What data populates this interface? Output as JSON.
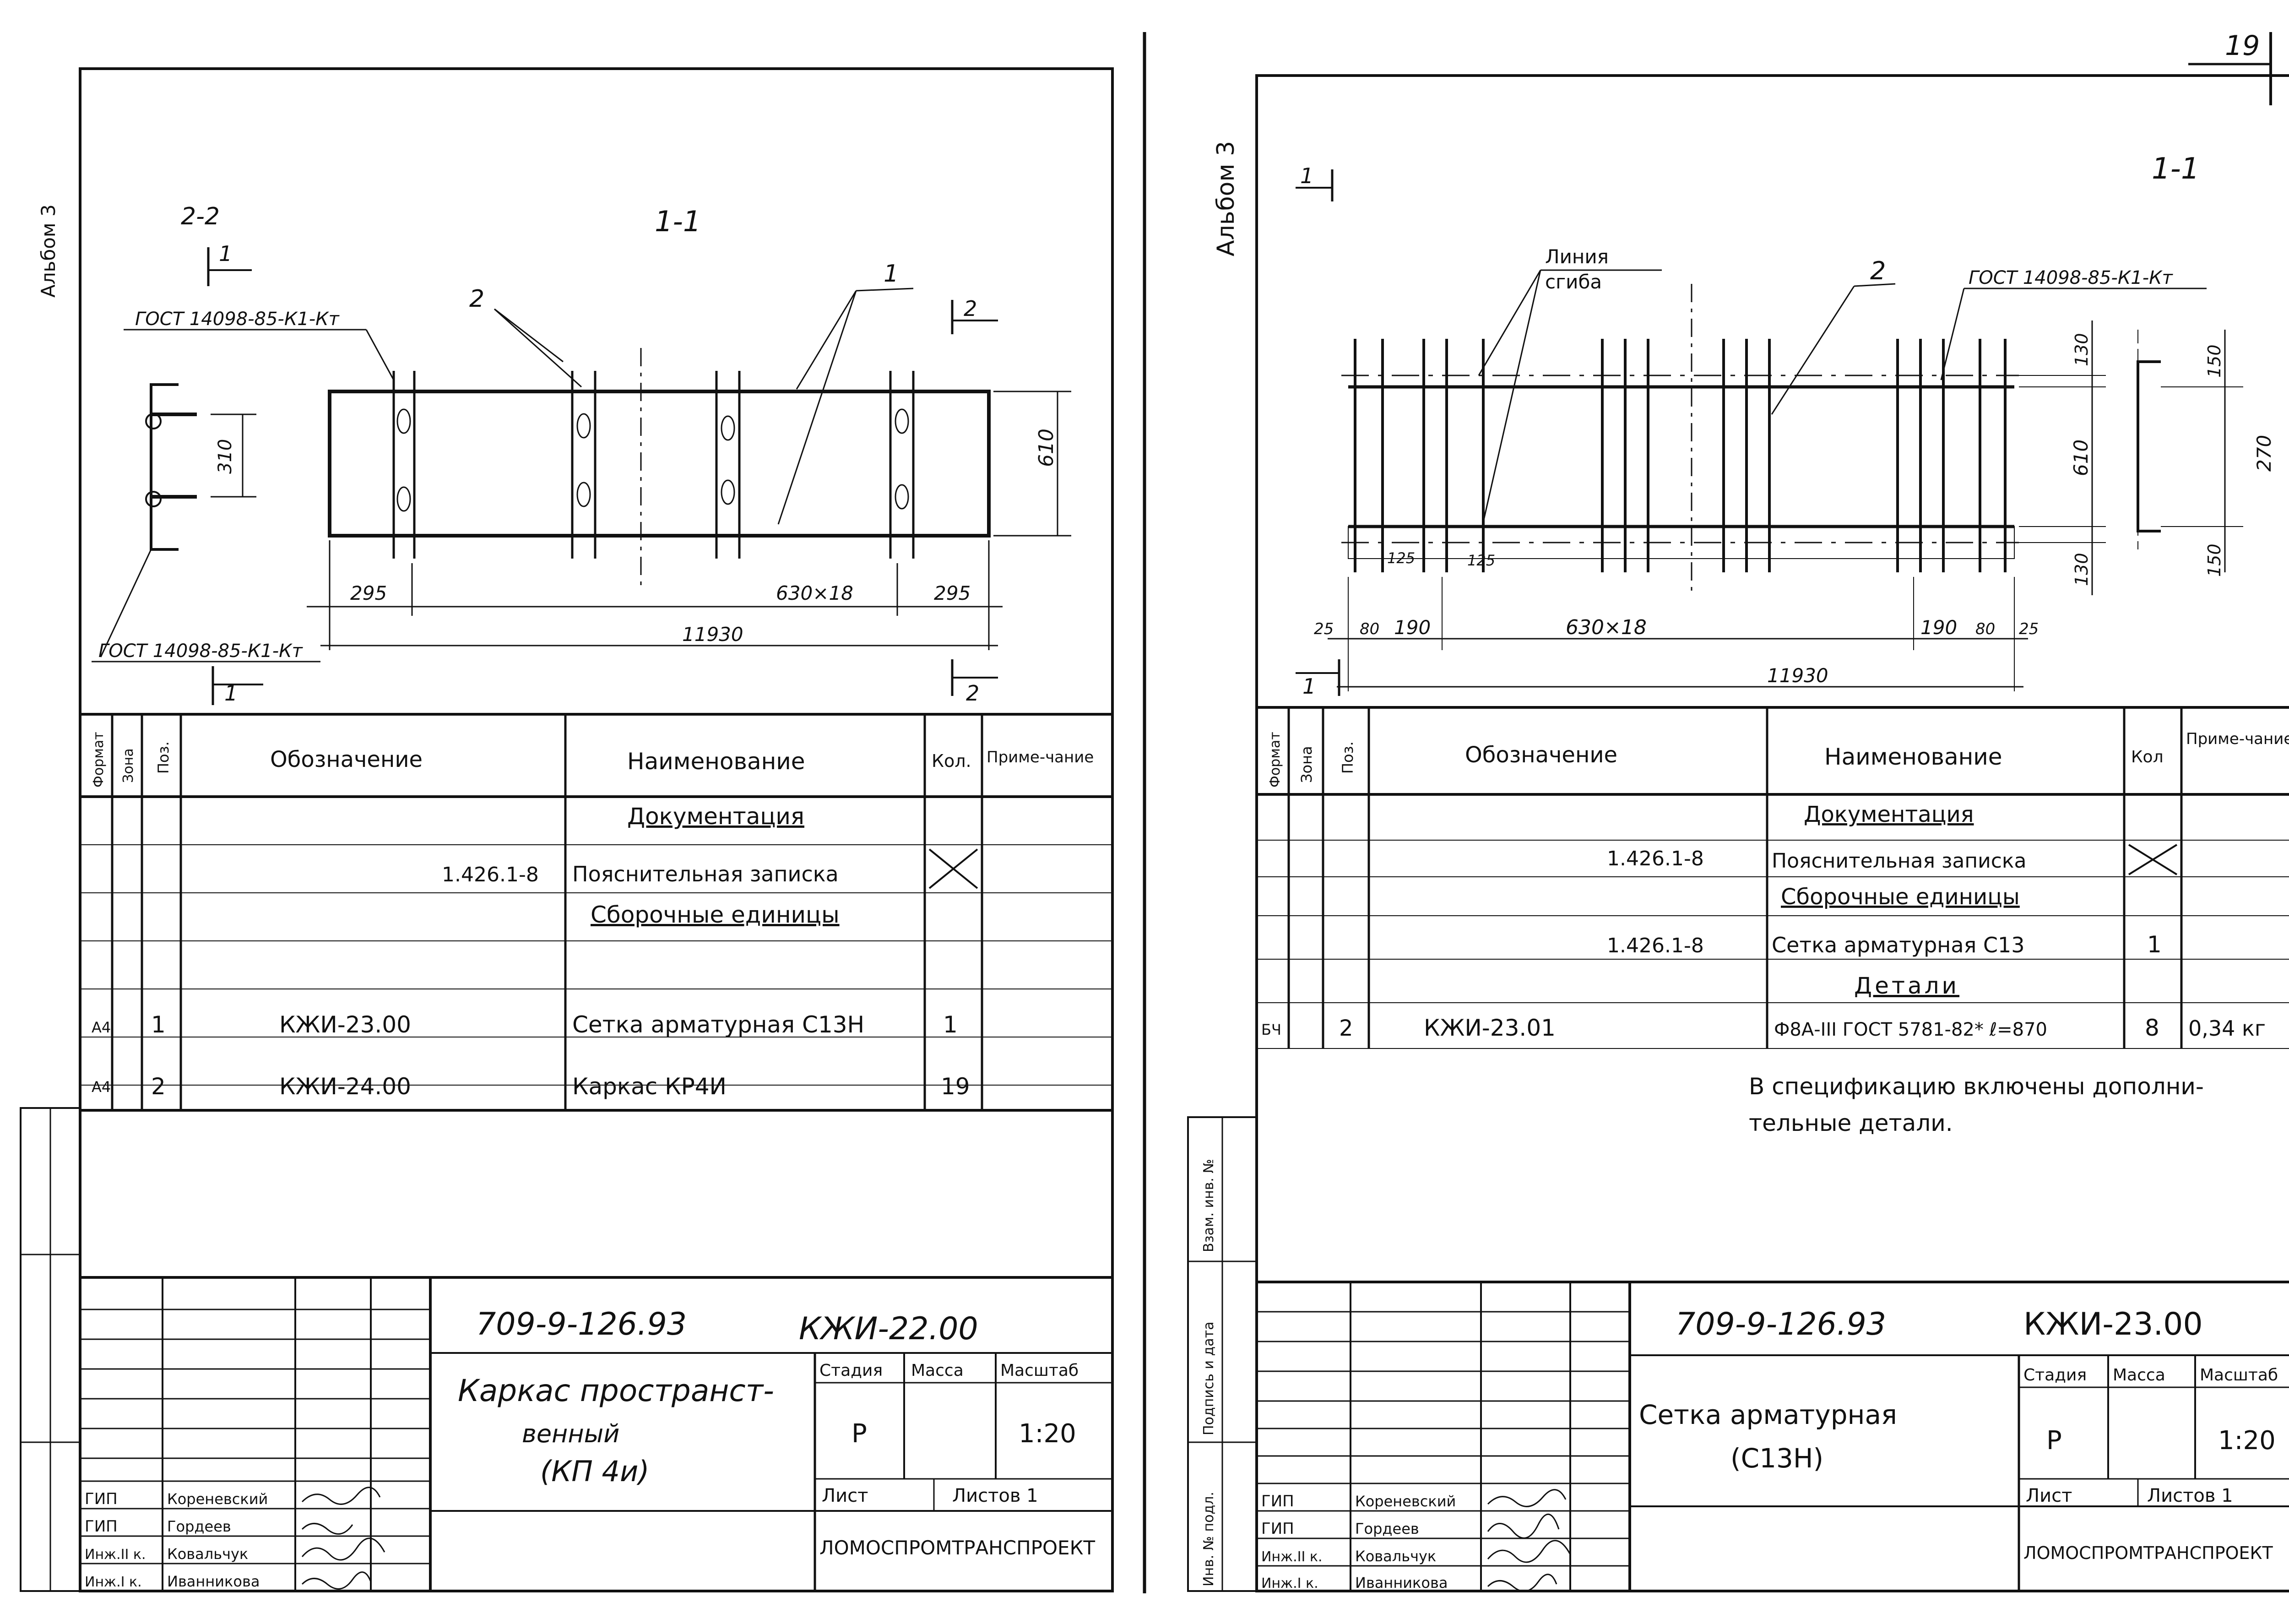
{
  "page_number": "19",
  "album_label": "Альбом 3",
  "left_sheet": {
    "drawing": {
      "section_main": "1-1",
      "section_side": "2-2",
      "cut_1": "1",
      "cut_2": "2",
      "pos_1": "1",
      "pos_2": "2",
      "gost_top": "ГОСТ 14098-85-К1-Кт",
      "gost_bottom": "ГОСТ 14098-85-К1-Кт",
      "dim_side": "310",
      "dim_height": "610",
      "dim_left": "295",
      "dim_middle": "630×18",
      "dim_right": "295",
      "dim_total": "11930"
    },
    "spec": {
      "headers": {
        "format": "Формат",
        "zone": "Зона",
        "pos": "Поз.",
        "designation": "Обозначение",
        "name": "Наименование",
        "qty": "Кол.",
        "note": "Приме-чание"
      },
      "section_docs": "Документация",
      "section_units": "Сборочные единицы",
      "rows": [
        {
          "format": "",
          "pos": "",
          "designation": "1.426.1-8",
          "name": "Пояснительная записка",
          "qty": "",
          "note": ""
        },
        {
          "format": "А4",
          "pos": "1",
          "designation": "КЖИ-23.00",
          "name": "Сетка арматурная С13Н",
          "qty": "1",
          "note": ""
        },
        {
          "format": "А4",
          "pos": "2",
          "designation": "КЖИ-24.00",
          "name": "Каркас КР4И",
          "qty": "19",
          "note": ""
        }
      ]
    },
    "title_block": {
      "doc_code": "709-9-126.93",
      "doc_number": "КЖИ-22.00",
      "title_line1": "Каркас пространст-",
      "title_line2": "венный",
      "title_line3": "(КП 4и)",
      "stage_label": "Стадия",
      "mass_label": "Масса",
      "scale_label": "Масштаб",
      "stage_value": "Р",
      "scale_value": "1:20",
      "sheet_label": "Лист",
      "sheets_label": "Листов 1",
      "organization": "ЛОМОСПРОМТРАНСПРОЕКТ",
      "roles": [
        "ГИП",
        "ГИП",
        "Инж.II к.",
        "Инж.I к."
      ],
      "names": [
        "Кореневский",
        "Гордеев",
        "Ковальчук",
        "Иванникова"
      ]
    }
  },
  "right_sheet": {
    "drawing": {
      "section_main": "1-1",
      "cut_1": "1",
      "pos_2": "2",
      "bend_label_1": "Линия",
      "bend_label_2": "сгиба",
      "gost_top": "ГОСТ 14098-85-К1-Кт",
      "dim_130_top": "130",
      "dim_150_top": "150",
      "dim_610": "610",
      "dim_270": "270",
      "dim_130_bot": "130",
      "dim_150_bot": "150",
      "dim_125_a": "125",
      "dim_125_b": "125",
      "dim_25_l": "25",
      "dim_80_l": "80",
      "dim_190_l": "190",
      "dim_middle": "630×18",
      "dim_190_r": "190",
      "dim_80_r": "80",
      "dim_25_r": "25",
      "dim_total": "11930"
    },
    "spec": {
      "headers": {
        "format": "Формат",
        "zone": "Зона",
        "pos": "Поз.",
        "designation": "Обозначение",
        "name": "Наименование",
        "qty": "Кол",
        "note": "Приме-чание"
      },
      "section_docs": "Документация",
      "section_units": "Сборочные единицы",
      "section_parts": "Детали",
      "rows": [
        {
          "format": "",
          "pos": "",
          "designation": "1.426.1-8",
          "name": "Пояснительная записка",
          "qty": "",
          "note": ""
        },
        {
          "format": "",
          "pos": "",
          "designation": "1.426.1-8",
          "name": "Сетка арматурная С13",
          "qty": "1",
          "note": ""
        },
        {
          "format": "БЧ",
          "pos": "2",
          "designation": "КЖИ-23.01",
          "name": "Ф8А-III ГОСТ 5781-82* ℓ=870",
          "qty": "8",
          "note": "0,34 кг"
        }
      ],
      "footnote_line1": "В спецификацию включены дополни-",
      "footnote_line2": "тельные детали."
    },
    "title_block": {
      "doc_code": "709-9-126.93",
      "doc_number": "КЖИ-23.00",
      "title_line1": "Сетка арматурная",
      "title_line2": "(С13Н)",
      "stage_label": "Стадия",
      "mass_label": "Масса",
      "scale_label": "Масштаб",
      "stage_value": "Р",
      "scale_value": "1:20",
      "sheet_label": "Лист",
      "sheets_label": "Листов 1",
      "organization": "ЛОМОСПРОМТРАНСПРОЕКТ",
      "roles": [
        "ГИП",
        "ГИП",
        "Инж.II к.",
        "Инж.I к."
      ],
      "names": [
        "Кореневский",
        "Гордеев",
        "Ковальчук",
        "Иванникова"
      ],
      "side_labels": [
        "Взам. инв. №",
        "Подпись и дата",
        "Инв. № подл."
      ]
    }
  }
}
